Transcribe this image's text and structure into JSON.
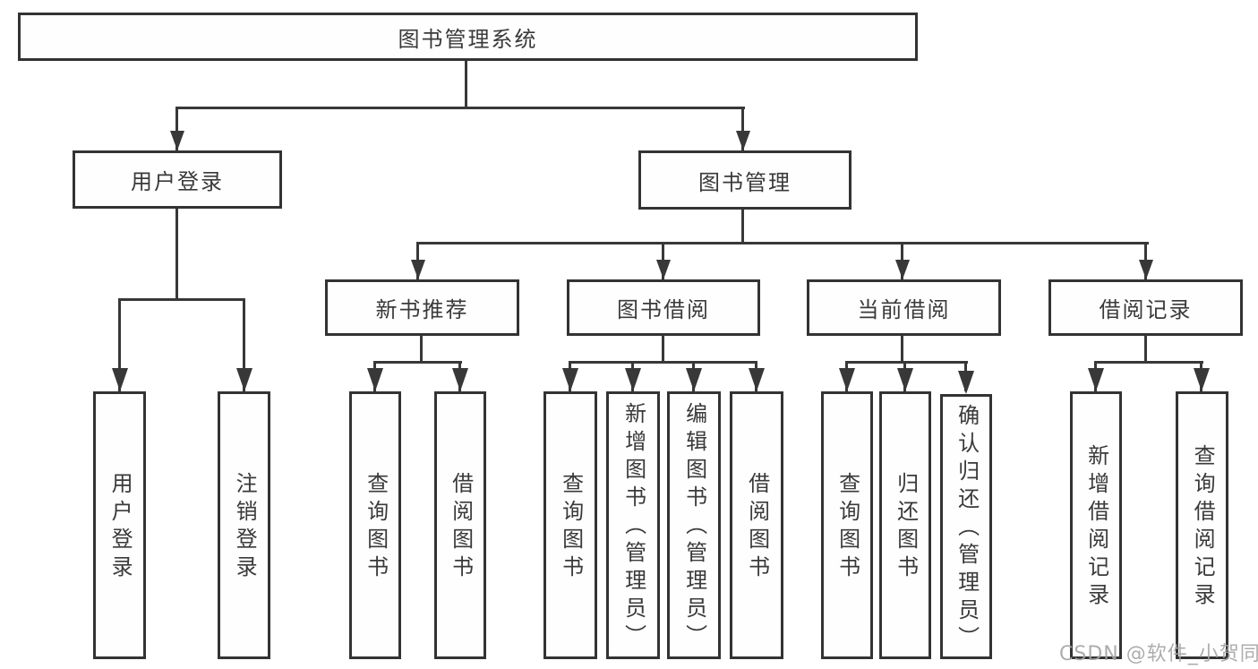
{
  "colors": {
    "line": "#383838",
    "box_border": "#333333",
    "text": "#3a3a3a",
    "watermark": "#a4a4a4",
    "background": "#ffffff"
  },
  "diagram": {
    "type": "tree",
    "root": {
      "label": "图书管理系统"
    },
    "branches": [
      {
        "label": "用户登录",
        "children": [
          {
            "label": "用户登录"
          },
          {
            "label": "注销登录"
          }
        ]
      },
      {
        "label": "图书管理",
        "children": [
          {
            "label": "新书推荐",
            "children": [
              {
                "label": "查询图书"
              },
              {
                "label": "借阅图书"
              }
            ]
          },
          {
            "label": "图书借阅",
            "children": [
              {
                "label": "查询图书"
              },
              {
                "label": "新增图书（管理员）"
              },
              {
                "label": "编辑图书（管理员）"
              },
              {
                "label": "借阅图书"
              }
            ]
          },
          {
            "label": "当前借阅",
            "children": [
              {
                "label": "查询图书"
              },
              {
                "label": "归还图书"
              },
              {
                "label": "确认归还（管理员）"
              }
            ]
          },
          {
            "label": "借阅记录",
            "children": [
              {
                "label": "新增借阅记录"
              },
              {
                "label": "查询借阅记录"
              }
            ]
          }
        ]
      }
    ]
  },
  "watermark": {
    "text": "CSDN @软件_小贺同学"
  }
}
